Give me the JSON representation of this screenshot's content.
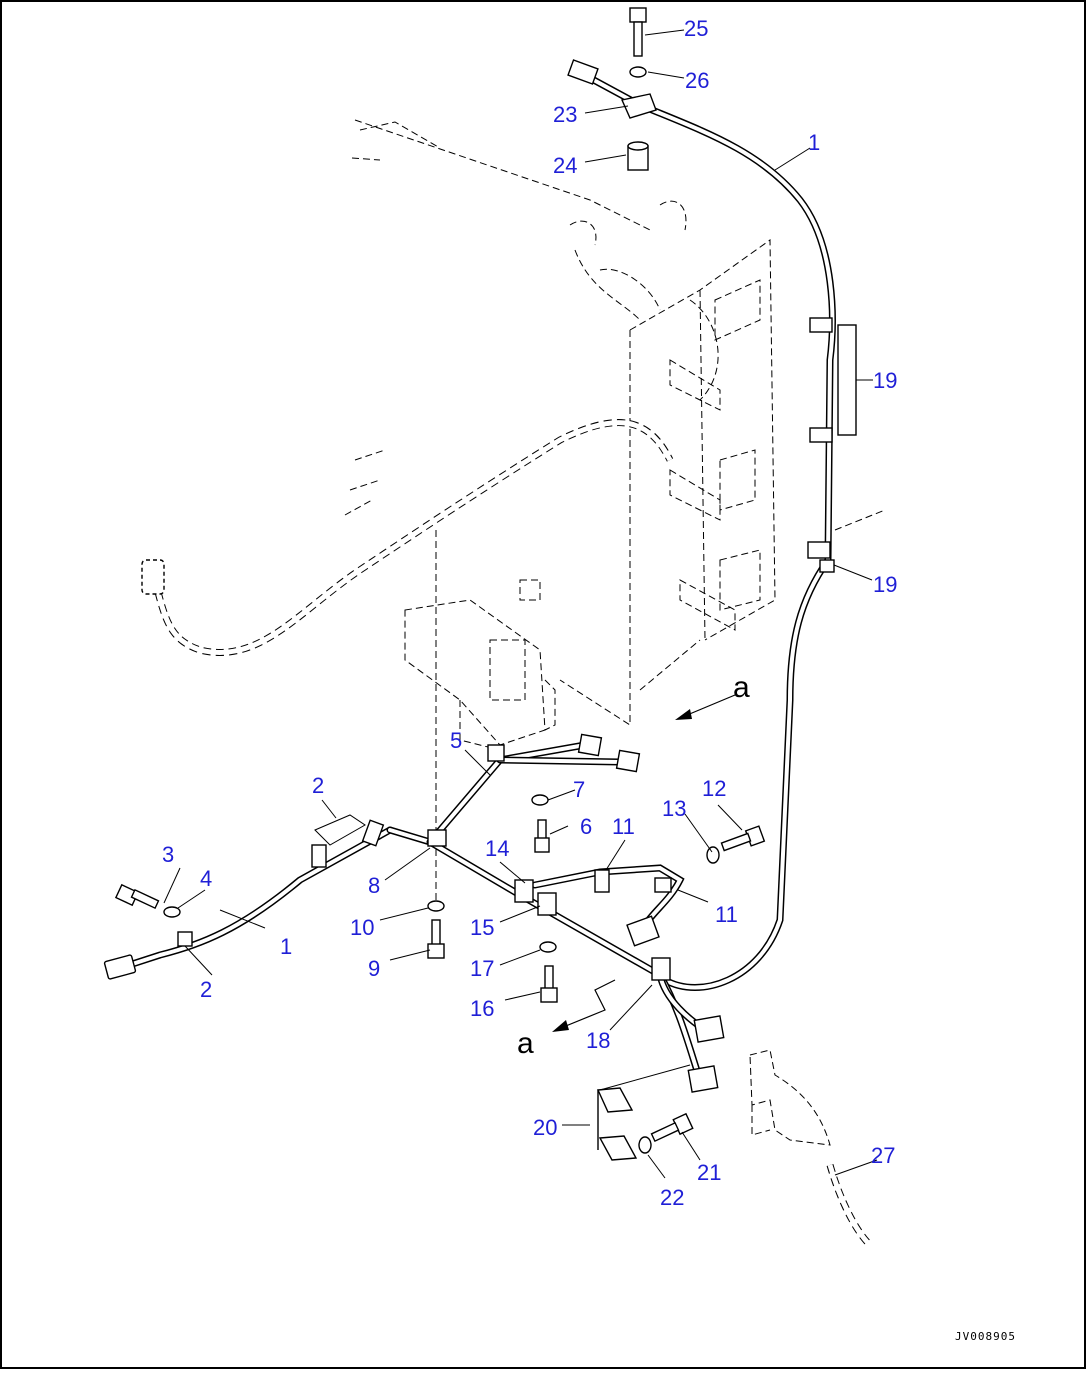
{
  "callouts": [
    {
      "id": "c1a",
      "text": "1"
    },
    {
      "id": "c1b",
      "text": "1"
    },
    {
      "id": "c2a",
      "text": "2"
    },
    {
      "id": "c2b",
      "text": "2"
    },
    {
      "id": "c3",
      "text": "3"
    },
    {
      "id": "c4",
      "text": "4"
    },
    {
      "id": "c5",
      "text": "5"
    },
    {
      "id": "c6",
      "text": "6"
    },
    {
      "id": "c7",
      "text": "7"
    },
    {
      "id": "c8",
      "text": "8"
    },
    {
      "id": "c9",
      "text": "9"
    },
    {
      "id": "c10",
      "text": "10"
    },
    {
      "id": "c11a",
      "text": "11"
    },
    {
      "id": "c11b",
      "text": "11"
    },
    {
      "id": "c12",
      "text": "12"
    },
    {
      "id": "c13",
      "text": "13"
    },
    {
      "id": "c14",
      "text": "14"
    },
    {
      "id": "c15",
      "text": "15"
    },
    {
      "id": "c16",
      "text": "16"
    },
    {
      "id": "c17",
      "text": "17"
    },
    {
      "id": "c18",
      "text": "18"
    },
    {
      "id": "c19a",
      "text": "19"
    },
    {
      "id": "c19b",
      "text": "19"
    },
    {
      "id": "c20",
      "text": "20"
    },
    {
      "id": "c21",
      "text": "21"
    },
    {
      "id": "c22",
      "text": "22"
    },
    {
      "id": "c23",
      "text": "23"
    },
    {
      "id": "c24",
      "text": "24"
    },
    {
      "id": "c25",
      "text": "25"
    },
    {
      "id": "c26",
      "text": "26"
    },
    {
      "id": "c27",
      "text": "27"
    }
  ],
  "view_refs": {
    "upper": "a",
    "lower": "a"
  },
  "drawing_id": "JV008905",
  "colors": {
    "callout": "#1f1fd6",
    "line": "#000000",
    "background": "#ffffff"
  }
}
